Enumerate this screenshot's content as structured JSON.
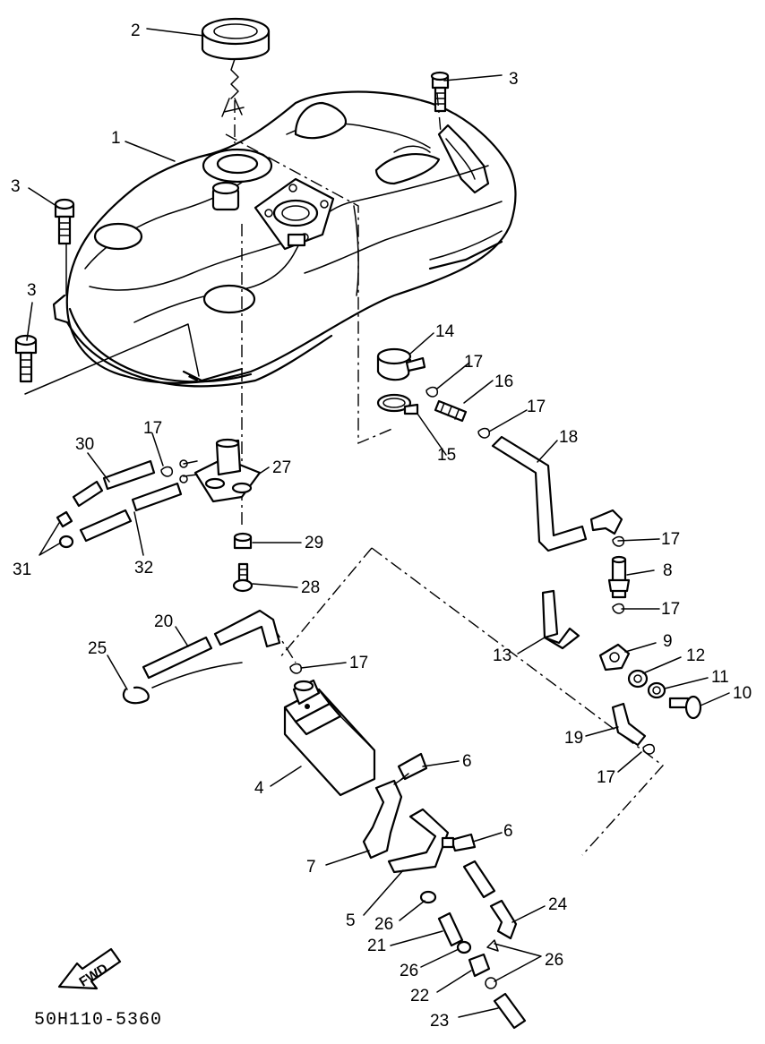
{
  "diagram": {
    "code": "50H110-5360",
    "fwd_label": "FWD",
    "callouts": [
      {
        "id": "c1",
        "text": "1"
      },
      {
        "id": "c2",
        "text": "2"
      },
      {
        "id": "c3a",
        "text": "3"
      },
      {
        "id": "c3b",
        "text": "3"
      },
      {
        "id": "c3c",
        "text": "3"
      },
      {
        "id": "c4",
        "text": "4"
      },
      {
        "id": "c5",
        "text": "5"
      },
      {
        "id": "c6a",
        "text": "6"
      },
      {
        "id": "c6b",
        "text": "6"
      },
      {
        "id": "c7",
        "text": "7"
      },
      {
        "id": "c8",
        "text": "8"
      },
      {
        "id": "c9",
        "text": "9"
      },
      {
        "id": "c10",
        "text": "10"
      },
      {
        "id": "c11",
        "text": "11"
      },
      {
        "id": "c12",
        "text": "12"
      },
      {
        "id": "c13",
        "text": "13"
      },
      {
        "id": "c14",
        "text": "14"
      },
      {
        "id": "c15",
        "text": "15"
      },
      {
        "id": "c16",
        "text": "16"
      },
      {
        "id": "c17a",
        "text": "17"
      },
      {
        "id": "c17b",
        "text": "17"
      },
      {
        "id": "c17c",
        "text": "17"
      },
      {
        "id": "c17d",
        "text": "17"
      },
      {
        "id": "c17e",
        "text": "17"
      },
      {
        "id": "c17f",
        "text": "17"
      },
      {
        "id": "c17g",
        "text": "17"
      },
      {
        "id": "c18",
        "text": "18"
      },
      {
        "id": "c19",
        "text": "19"
      },
      {
        "id": "c20",
        "text": "20"
      },
      {
        "id": "c21",
        "text": "21"
      },
      {
        "id": "c22",
        "text": "22"
      },
      {
        "id": "c23",
        "text": "23"
      },
      {
        "id": "c24",
        "text": "24"
      },
      {
        "id": "c25",
        "text": "25"
      },
      {
        "id": "c26a",
        "text": "26"
      },
      {
        "id": "c26b",
        "text": "26"
      },
      {
        "id": "c26c",
        "text": "26"
      },
      {
        "id": "c27",
        "text": "27"
      },
      {
        "id": "c28",
        "text": "28"
      },
      {
        "id": "c29",
        "text": "29"
      },
      {
        "id": "c30",
        "text": "30"
      },
      {
        "id": "c31",
        "text": "31"
      },
      {
        "id": "c32",
        "text": "32"
      }
    ]
  }
}
